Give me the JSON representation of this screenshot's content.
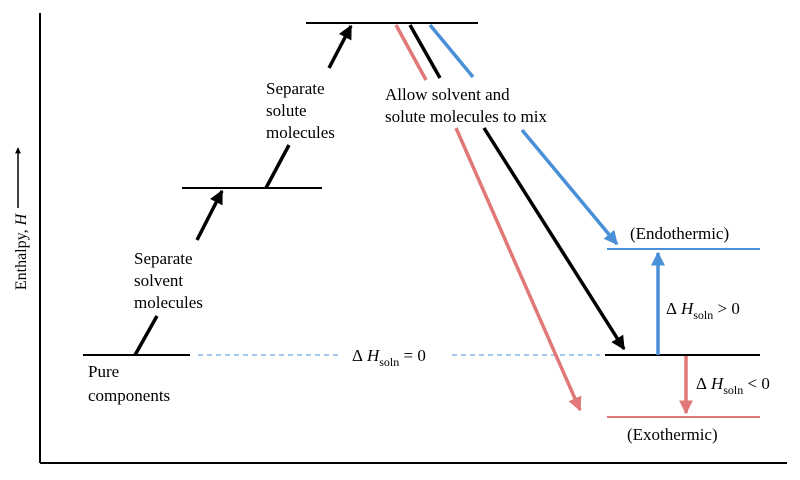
{
  "axis": {
    "y_label_main": "Enthalpy, ",
    "y_label_italic": "H"
  },
  "labels": {
    "pure_line1": "Pure",
    "pure_line2": "components",
    "solvent_line1": "Separate",
    "solvent_line2": "solvent",
    "solvent_line3": "molecules",
    "solute_line1": "Separate",
    "solute_line2": "solute",
    "solute_line3": "molecules",
    "mix_line1": "Allow solvent and",
    "mix_line2": "solute molecules to mix",
    "endothermic": "(Endothermic)",
    "exothermic": "(Exothermic)"
  },
  "equations": {
    "delta": "Δ",
    "h": "H",
    "soln": "soln",
    "zero": " = 0",
    "gt_zero": " > 0",
    "lt_zero": " < 0"
  },
  "colors": {
    "neutral": "#000000",
    "endothermic": "#4a90d9",
    "exothermic": "#e07878",
    "dashed": "#4a90d9"
  }
}
